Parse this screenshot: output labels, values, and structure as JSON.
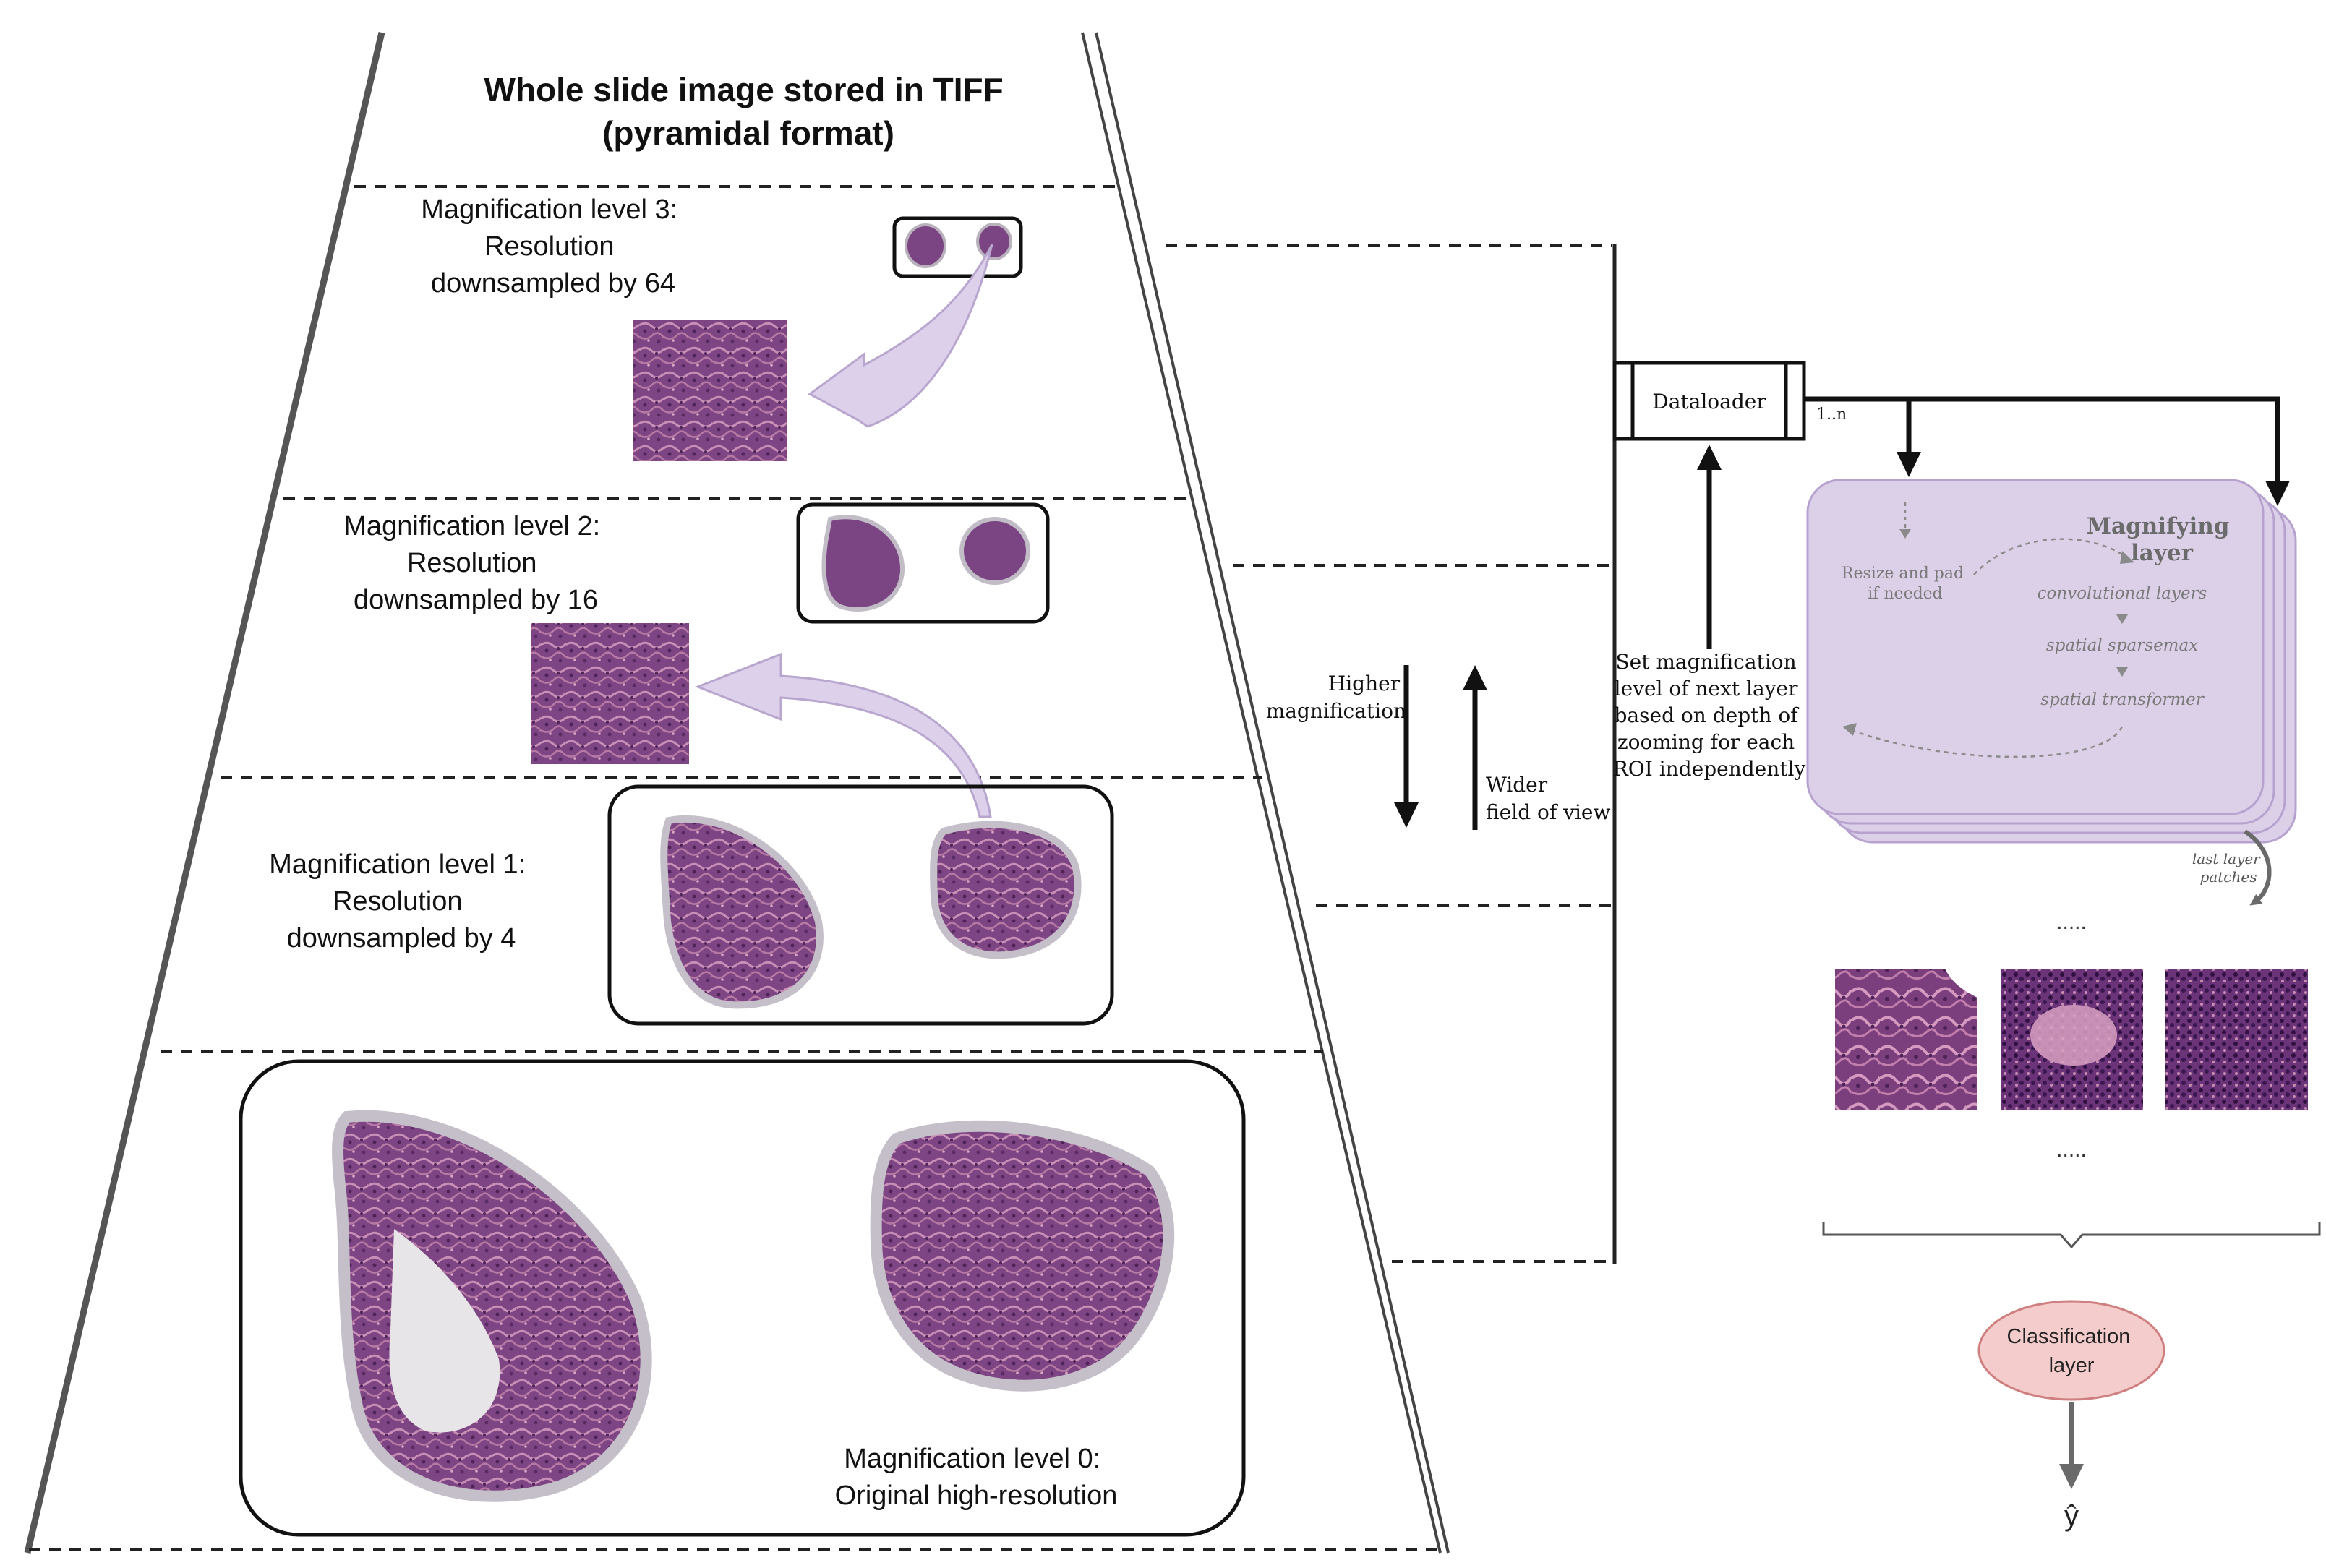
{
  "title": {
    "line1": "Whole slide image stored in TIFF",
    "line2": "(pyramidal format)"
  },
  "levels": [
    {
      "level": 3,
      "line1": "Magnification level 3:",
      "line2": "Resolution",
      "line3": "downsampled by 64"
    },
    {
      "level": 2,
      "line1": "Magnification level 2:",
      "line2": "Resolution",
      "line3": "downsampled by 16"
    },
    {
      "level": 1,
      "line1": "Magnification level 1:",
      "line2": "Resolution",
      "line3": "downsampled by 4"
    },
    {
      "level": 0,
      "line1": "Magnification level 0:",
      "line2": "Original high-resolution"
    }
  ],
  "zoom_arrows": {
    "higher_line1": "Higher",
    "higher_line2": "magnification",
    "wider_line1": "Wider",
    "wider_line2": "field of view"
  },
  "dataloader": {
    "label": "Dataloader",
    "multiplicity": "1..n",
    "feedback_lines": [
      "Set magnification",
      "level of next layer",
      "based on depth of",
      "zooming for each",
      "ROI independently"
    ]
  },
  "magnifying_layer": {
    "title_line1": "Magnifying",
    "title_line2": "layer",
    "resize_line1": "Resize and pad",
    "resize_line2": "if needed",
    "steps": [
      "convolutional layers",
      "spatial sparsemax",
      "spatial transformer"
    ],
    "patches_line1": "last layer",
    "patches_line2": "patches"
  },
  "ellipsis": ".....",
  "classification": {
    "line1": "Classification",
    "line2": "layer",
    "output": "ŷ"
  },
  "colors": {
    "tissue_dark": "#5e2f6a",
    "tissue_mid": "#8a4f8e",
    "tissue_pink": "#c98fb4",
    "slide_grey": "#c9c7cb",
    "arrow_lavender": "#ddd0ea",
    "layer_fill": "#dcd0e8",
    "layer_stroke": "#b7a2cf",
    "classification_fill": "#f4cccc",
    "classification_stroke": "#cf7f7f",
    "line": "#1a1a1a"
  }
}
